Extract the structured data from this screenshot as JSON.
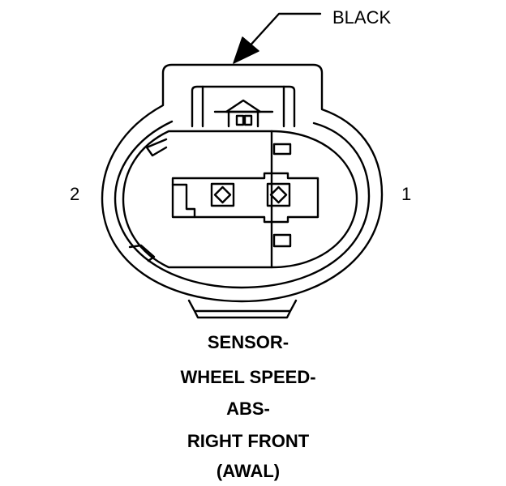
{
  "callout": {
    "label": "BLACK"
  },
  "pins": {
    "left": "2",
    "right": "1"
  },
  "caption": {
    "line1": "SENSOR-",
    "line2": "WHEEL SPEED-",
    "line3": "ABS-",
    "line4": "RIGHT FRONT",
    "line5": "(AWAL)"
  }
}
